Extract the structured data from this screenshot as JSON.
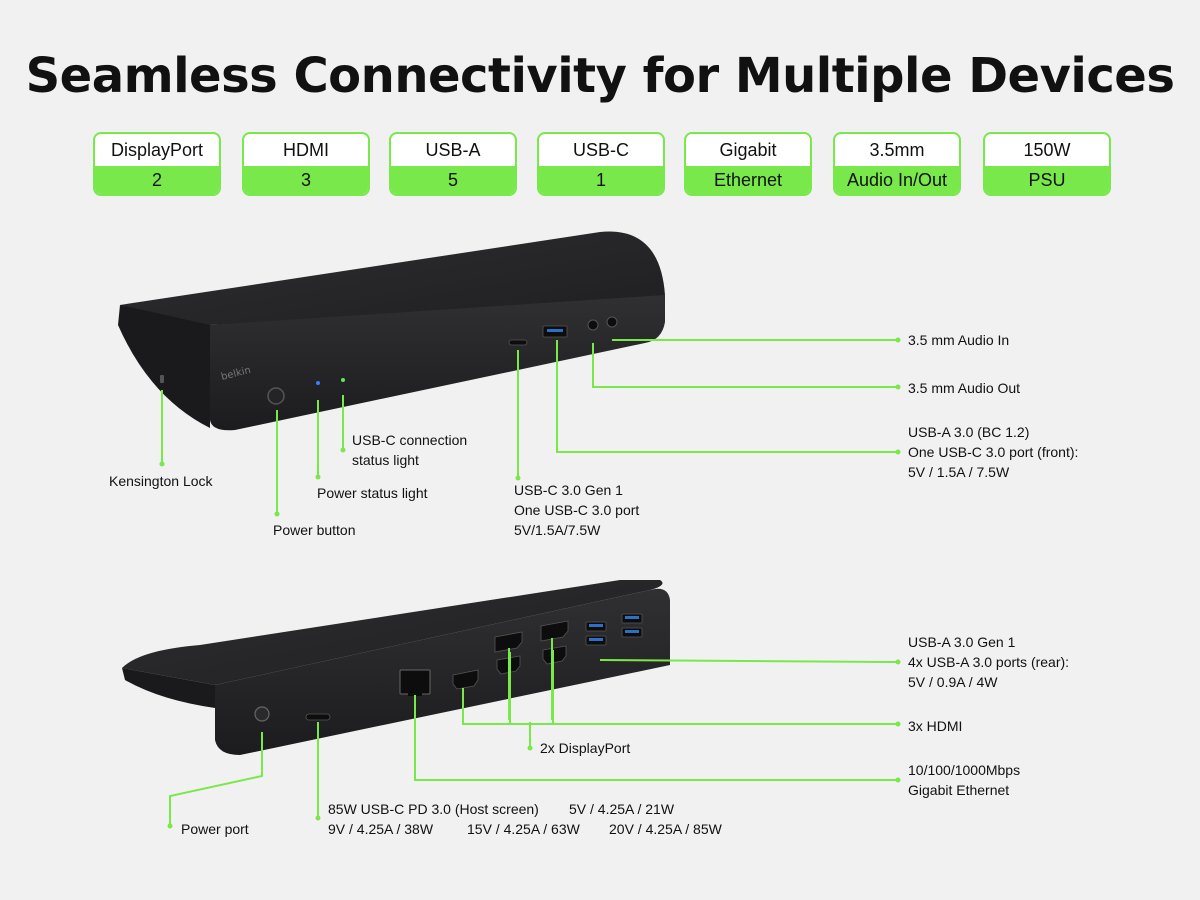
{
  "title": "Seamless Connectivity for Multiple Devices",
  "colors": {
    "accent": "#78e84a",
    "device": "#2b2b2d",
    "background": "#f1f1f1"
  },
  "specs": [
    {
      "top": "DisplayPort",
      "bottom": "2"
    },
    {
      "top": "HDMI",
      "bottom": "3"
    },
    {
      "top": "USB-A",
      "bottom": "5"
    },
    {
      "top": "USB-C",
      "bottom": "1"
    },
    {
      "top": "Gigabit",
      "bottom": "Ethernet"
    },
    {
      "top": "3.5mm",
      "bottom": "Audio In/Out"
    },
    {
      "top": "150W",
      "bottom": "PSU"
    }
  ],
  "device": {
    "brand": "belkin"
  },
  "front": {
    "audio_in": "3.5 mm Audio In",
    "audio_out": "3.5 mm Audio Out",
    "usba": [
      "USB-A 3.0 (BC 1.2)",
      "One USB-C 3.0 port (front):",
      "5V / 1.5A / 7.5W"
    ],
    "usbc": [
      "USB-C 3.0 Gen 1",
      "One USB-C 3.0 port",
      "5V/1.5A/7.5W"
    ],
    "usbc_light": [
      "USB-C connection",
      "status light"
    ],
    "power_light": "Power status light",
    "kensington": "Kensington Lock",
    "power_button": "Power button"
  },
  "rear": {
    "usba": [
      "USB-A 3.0 Gen 1",
      "4x USB-A 3.0 ports (rear):",
      "5V / 0.9A / 4W"
    ],
    "hdmi": "3x HDMI",
    "displayport": "2x DisplayPort",
    "ethernet": [
      "10/100/1000Mbps",
      "Gigabit Ethernet"
    ],
    "power_port": "Power port",
    "pd_title": "85W USB-C PD 3.0 (Host screen)",
    "pd_values": [
      "5V / 4.25A / 21W",
      "9V / 4.25A / 38W",
      "15V / 4.25A / 63W",
      "20V / 4.25A / 85W"
    ]
  }
}
